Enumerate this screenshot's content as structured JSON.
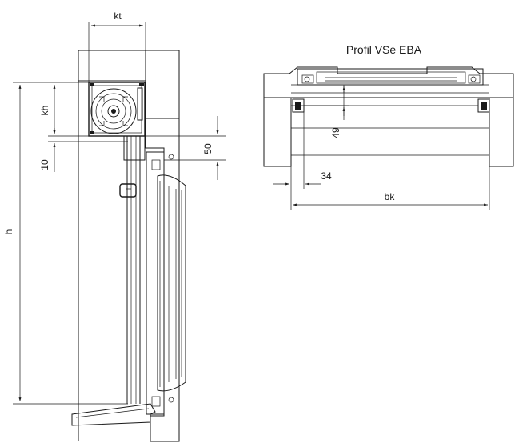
{
  "section_view": {
    "labels": {
      "kt": "kt",
      "kh": "kh",
      "h": "h",
      "ten": "10",
      "fifty": "50"
    }
  },
  "plan_view": {
    "title": "Profil VSe EBA",
    "labels": {
      "fortynine": "49",
      "thirtyfour": "34",
      "bk": "bk"
    }
  }
}
